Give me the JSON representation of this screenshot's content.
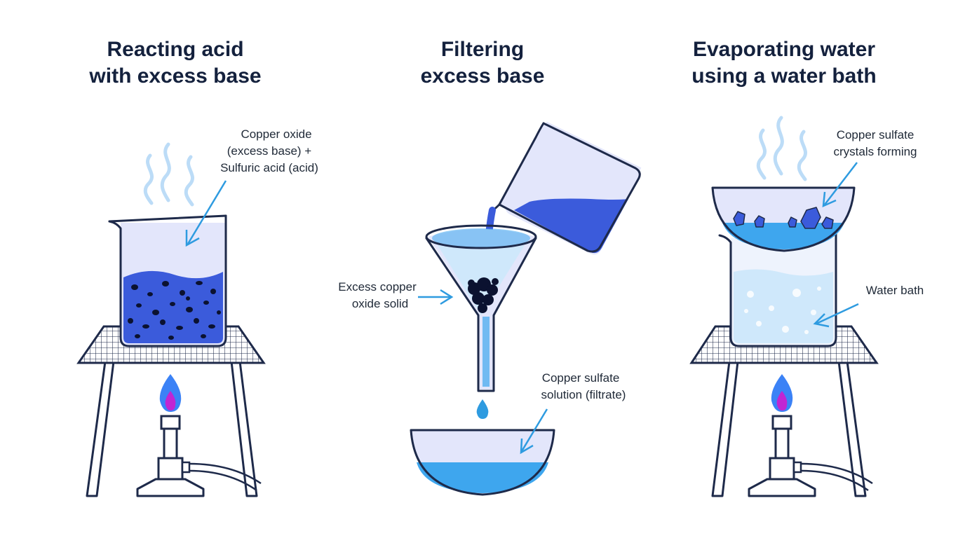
{
  "panels": [
    {
      "title_line1": "Reacting acid",
      "title_line2": "with excess base",
      "label_lines": [
        "Copper oxide",
        "(excess base) +",
        "Sulfuric acid (acid)"
      ]
    },
    {
      "title_line1": "Filtering",
      "title_line2": "excess base",
      "label_a_lines": [
        "Excess copper",
        "oxide solid"
      ],
      "label_b_lines": [
        "Copper sulfate",
        "solution (filtrate)"
      ]
    },
    {
      "title_line1": "Evaporating water",
      "title_line2": "using a water bath",
      "label_a_lines": [
        "Copper sulfate",
        "crystals forming"
      ],
      "label_b_lines": [
        "Water bath"
      ]
    }
  ],
  "colors": {
    "outline": "#1e2a4a",
    "arrow": "#2e9be0",
    "solution_dark": "#3b5bdb",
    "solution_light": "#3ea6ee",
    "glass": "#e3e6fb",
    "flame_outer": "#3b82f6",
    "flame_inner": "#c026d3",
    "steam": "#bcdcf7",
    "water_bath": "#cfe8fb"
  },
  "icons": [
    "beaker-icon",
    "tripod-gauze-icon",
    "bunsen-burner-icon",
    "funnel-icon",
    "evaporating-basin-icon",
    "steam-icon",
    "flame-icon",
    "crystal-icon"
  ]
}
